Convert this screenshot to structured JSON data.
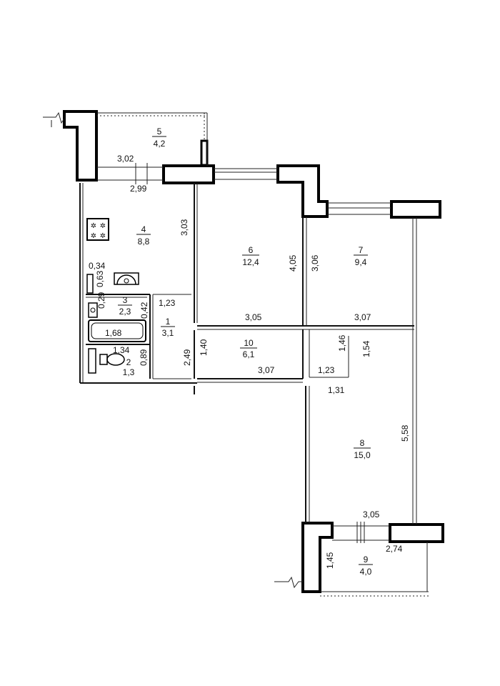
{
  "rooms": [
    {
      "id": "r5",
      "number": "5",
      "area": "4,2"
    },
    {
      "id": "r4",
      "number": "4",
      "area": "8,8"
    },
    {
      "id": "r6",
      "number": "6",
      "area": "12,4"
    },
    {
      "id": "r7",
      "number": "7",
      "area": "9,4"
    },
    {
      "id": "r3",
      "number": "3",
      "area": "2,3"
    },
    {
      "id": "r1",
      "number": "1",
      "area": "3,1"
    },
    {
      "id": "r10",
      "number": "10",
      "area": "6,1"
    },
    {
      "id": "r2",
      "number": "2",
      "area": "1,3"
    },
    {
      "id": "r8",
      "number": "8",
      "area": "15,0"
    },
    {
      "id": "r9",
      "number": "9",
      "area": "4,0"
    }
  ],
  "dimensions": {
    "d_302": "3,02",
    "d_299": "2,99",
    "d_303": "3,03",
    "d_405": "4,05",
    "d_306": "3,06",
    "d_034": "0,34",
    "d_063": "0,63",
    "d_029": "0,29",
    "d_042": "0,42",
    "d_123a": "1,23",
    "d_305a": "3,05",
    "d_307a": "3,07",
    "d_168": "1,68",
    "d_140": "1,40",
    "d_146": "1,46",
    "d_154": "1,54",
    "d_134": "1,34",
    "d_089": "0,89",
    "d_249": "2,49",
    "d_307b": "3,07",
    "d_123b": "1,23",
    "d_131": "1,31",
    "d_558": "5,58",
    "d_305b": "3,05",
    "d_274": "2,74",
    "d_145": "1,45"
  }
}
